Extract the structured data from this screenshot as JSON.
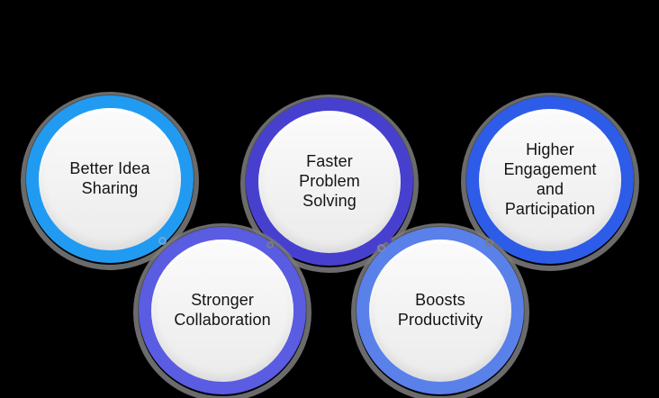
{
  "canvas": {
    "background": "#000000",
    "circle_face_color": "#F2F2F2",
    "sketch_ring_color": "#7A7A7A",
    "text_color": "#141414"
  },
  "items": [
    {
      "id": "better-idea-sharing",
      "label": "Better Idea Sharing",
      "lines": [
        "Better Idea",
        "Sharing"
      ],
      "ring_color": "#219BF2",
      "position": "top-left"
    },
    {
      "id": "faster-problem-solving",
      "label": "Faster Problem Solving",
      "lines": [
        "Faster",
        "Problem",
        "Solving"
      ],
      "ring_color": "#4740CF",
      "position": "top-center"
    },
    {
      "id": "higher-engagement-and-participation",
      "label": "Higher Engagement and Participation",
      "lines": [
        "Higher",
        "Engagement",
        "and",
        "Participation"
      ],
      "ring_color": "#2D5CE9",
      "position": "top-right"
    },
    {
      "id": "stronger-collaboration",
      "label": "Stronger Collaboration",
      "lines": [
        "Stronger",
        "Collaboration"
      ],
      "ring_color": "#5A5CE2",
      "position": "bottom-left"
    },
    {
      "id": "boosts-productivity",
      "label": "Boosts Productivity",
      "lines": [
        "Boosts",
        "Productivity"
      ],
      "ring_color": "#5A81EA",
      "position": "bottom-right"
    }
  ]
}
